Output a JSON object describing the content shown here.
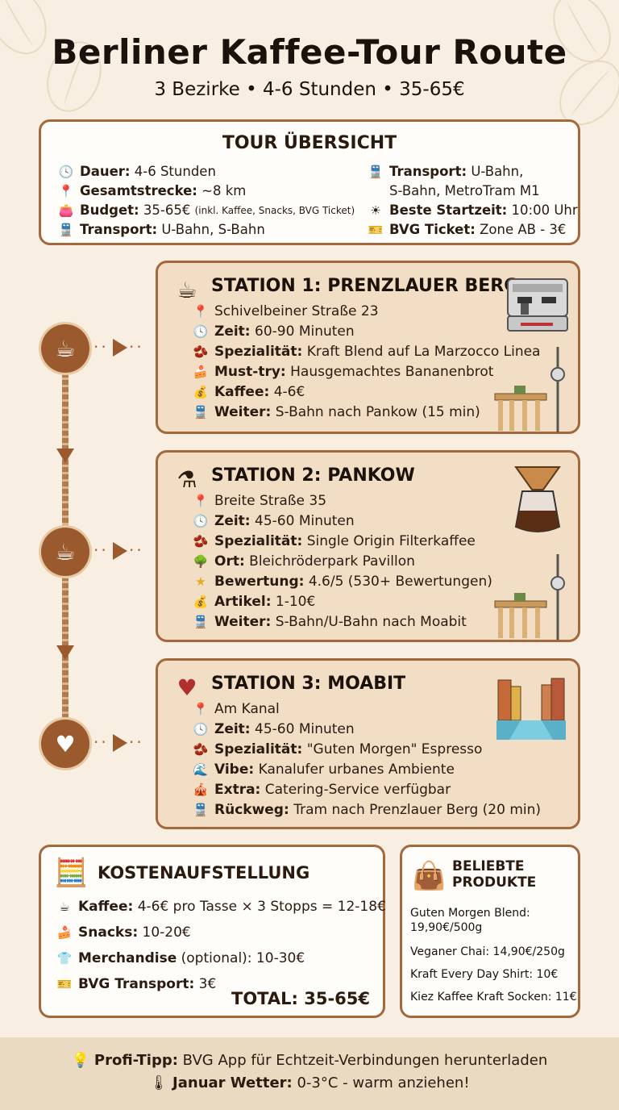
{
  "header": {
    "title": "Berliner Kaffee-Tour Route",
    "subtitle": "3 Bezirke • 4-6 Stunden • 35-65€"
  },
  "overview": {
    "heading": "TOUR ÜBERSICHT",
    "left": [
      {
        "icon": "clock-icon",
        "label": "Dauer:",
        "value": "4-6 Stunden"
      },
      {
        "icon": "pin-icon",
        "label": "Gesamtstrecke:",
        "value": "~8 km"
      },
      {
        "icon": "wallet-icon",
        "label": "Budget:",
        "value": "35-65€",
        "note": "(inkl. Kaffee, Snacks, BVG Ticket)"
      },
      {
        "icon": "train-icon",
        "label": "Transport:",
        "value": "U-Bahn, S-Bahn"
      }
    ],
    "right": [
      {
        "icon": "train-icon",
        "label": "Transport:",
        "value": "U-Bahn,",
        "value2": "S-Bahn, MetroTram M1"
      },
      {
        "icon": "sun-icon",
        "label": "Beste Startzeit:",
        "value": "10:00 Uhr"
      },
      {
        "icon": "ticket-icon",
        "label": "BVG Ticket:",
        "value": "Zone AB - 3€"
      }
    ]
  },
  "stations": [
    {
      "title": "STATION 1: PRENZLAUER BERG",
      "rows": [
        {
          "icon": "pin-icon",
          "label": "",
          "value": "Schivelbeiner Straße 23"
        },
        {
          "icon": "clock-icon",
          "label": "Zeit:",
          "value": "60-90 Minuten"
        },
        {
          "icon": "bean-icon",
          "label": "Spezialität:",
          "value": "Kraft Blend auf La Marzocco Linea"
        },
        {
          "icon": "cake-icon",
          "label": "Must-try:",
          "value": "Hausgemachtes Bananenbrot"
        },
        {
          "icon": "moneybag-icon",
          "label": "Kaffee:",
          "value": "4-6€"
        },
        {
          "icon": "train-icon",
          "label": "Weiter:",
          "value": "S-Bahn nach Pankow (15 min)"
        }
      ]
    },
    {
      "title": "STATION 2: PANKOW",
      "rows": [
        {
          "icon": "pin-icon",
          "label": "",
          "value": "Breite Straße 35"
        },
        {
          "icon": "clock-icon",
          "label": "Zeit:",
          "value": "45-60 Minuten"
        },
        {
          "icon": "bean-icon",
          "label": "Spezialität:",
          "value": "Single Origin Filterkaffee"
        },
        {
          "icon": "tree-icon",
          "label": "Ort:",
          "value": "Bleichröderpark Pavillon"
        },
        {
          "icon": "star-icon",
          "label": "Bewertung:",
          "value": "4.6/5 (530+ Bewertungen)"
        },
        {
          "icon": "moneybag-icon",
          "label": "Artikel:",
          "value": "1-10€"
        },
        {
          "icon": "train-icon",
          "label": "Weiter:",
          "value": "S-Bahn/U-Bahn nach Moabit"
        }
      ]
    },
    {
      "title": "STATION 3: MOABIT",
      "rows": [
        {
          "icon": "pin-icon",
          "label": "",
          "value": "Am Kanal"
        },
        {
          "icon": "clock-icon",
          "label": "Zeit:",
          "value": "45-60 Minuten"
        },
        {
          "icon": "bean-icon",
          "label": "Spezialität:",
          "value": "\"Guten Morgen\" Espresso"
        },
        {
          "icon": "wave-icon",
          "label": "Vibe:",
          "value": "Kanalufer urbanes Ambiente"
        },
        {
          "icon": "carousel-icon",
          "label": "Extra:",
          "value": "Catering-Service verfügbar"
        },
        {
          "icon": "train-icon",
          "label": "Rückweg:",
          "value": "Tram nach Prenzlauer Berg (20 min)"
        }
      ]
    }
  ],
  "costs": {
    "heading": "KOSTENAUFSTELLUNG",
    "rows": [
      {
        "icon": "coffee-icon",
        "label": "Kaffee:",
        "value": "4-6€ pro Tasse × 3 Stopps = 12-18€"
      },
      {
        "icon": "cake-icon",
        "label": "Snacks:",
        "value": "10-20€"
      },
      {
        "icon": "shirt-icon",
        "label": "Merchandise",
        "value": "(optional): 10-30€"
      },
      {
        "icon": "ticket-icon",
        "label": "BVG Transport:",
        "value": "3€"
      }
    ],
    "total": "TOTAL: 35-65€"
  },
  "products": {
    "heading_line1": "BELIEBTE",
    "heading_line2": "PRODUKTE",
    "items": [
      "Guten Morgen Blend:",
      "19,90€/500g",
      "Veganer Chai: 14,90€/250g",
      "Kraft Every Day Shirt: 10€",
      "Kiez Kaffee Kraft Socken: 11€"
    ]
  },
  "footer": {
    "tip_label": "Profi-Tipp:",
    "tip_text": "BVG App für Echtzeit-Verbindungen herunterladen",
    "weather_label": "Januar Wetter:",
    "weather_text": "0-3°C - warm anziehen!"
  },
  "colors": {
    "background": "#f8efe2",
    "accent_brown": "#a3683c",
    "card_tan": "#f2dec5",
    "node_brown": "#9a5a2e"
  }
}
